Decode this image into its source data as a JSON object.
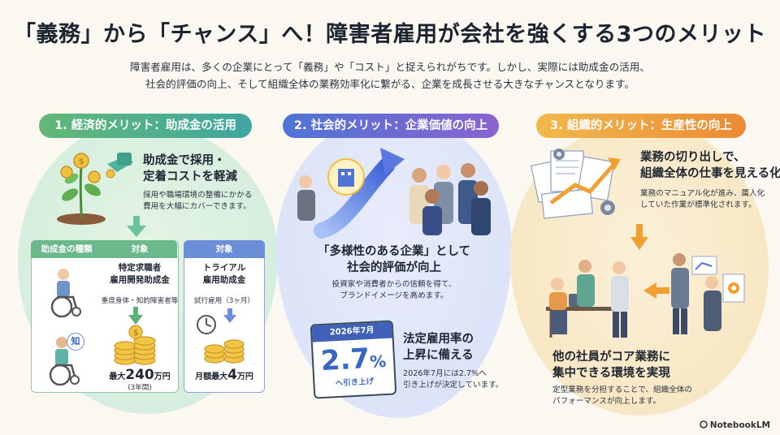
{
  "title": "「義務」から「チャンス」へ！障害者雇用が会社を強くする3つのメリット",
  "intro": [
    "障害者雇用は、多くの企業にとって「義務」や「コスト」と捉えられがちです。しかし、実際には助成金の活用、",
    "社会的評価の向上、そして組織全体の業務効率化に繋がる、企業を成長させる大きなチャンスとなります。"
  ],
  "col1": {
    "pill": "1. 経済的メリット：助成金の活用",
    "heading": [
      "助成金で採用・",
      "定着コストを軽減"
    ],
    "desc": [
      "採用や職場環境の整備にかかる",
      "費用を大幅にカバーできます。"
    ],
    "badge": "知",
    "table": {
      "col_type": "助成金の種類",
      "col_target": "対象",
      "col_target2": "対象",
      "grant1": {
        "name": [
          "特定求職者",
          "雇用開発助成金"
        ],
        "target": "重度身体・知的障害者等",
        "amount_prefix": "最大",
        "amount_value": "240",
        "amount_unit": "万円",
        "period": "(3年間)"
      },
      "grant2": {
        "name": [
          "トライアル",
          "雇用助成金"
        ],
        "target": "試行雇用（3ヶ月）",
        "amount_prefix": "月額最大",
        "amount_value": "4",
        "amount_unit": "万円"
      }
    }
  },
  "col2": {
    "pill": "2. 社会的メリット：企業価値の向上",
    "heading": [
      "「多様性のある企業」として",
      "社会的評価が向上"
    ],
    "desc": [
      "投資家や消費者からの信頼を得て、",
      "ブランドイメージを高めます。"
    ],
    "calendar": {
      "month": "2026年7月",
      "rate": "2.7",
      "pct": "%",
      "label": "へ引き上げ"
    },
    "heading2": [
      "法定雇用率の",
      "上昇に備える"
    ],
    "desc2": [
      "2026年7月には2.7%へ",
      "引き上げが決定しています。"
    ]
  },
  "col3": {
    "pill": "3. 組織的メリット：生産性の向上",
    "heading": [
      "業務の切り出しで、",
      "組織全体の仕事を見える化"
    ],
    "desc": [
      "業務のマニュアル化が進み、属人化",
      "していた作業が標準化されます。"
    ],
    "heading2": [
      "他の社員がコア業務に",
      "集中できる環境を実現"
    ],
    "desc2": [
      "定型業務を分担することで、組織全体の",
      "パフォーマンスが向上します。"
    ]
  },
  "watermark": "NotebookLM",
  "colors": {
    "green": "#55b07a",
    "blue": "#4f74d6",
    "purple": "#8a63cf",
    "orange": "#ec8a36",
    "gold": "#e0a52c"
  }
}
